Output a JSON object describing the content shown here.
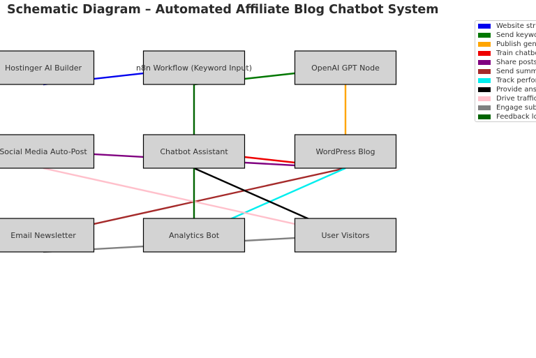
{
  "title": "Schematic Diagram – Automated Affiliate Blog Chatbot System",
  "nodes": [
    {
      "id": "hostinger",
      "label": "Hostinger AI Builder"
    },
    {
      "id": "n8n",
      "label": "n8n Workflow (Keyword Input)"
    },
    {
      "id": "openai",
      "label": "OpenAI GPT Node"
    },
    {
      "id": "social",
      "label": "Social Media Auto-Post"
    },
    {
      "id": "chatbot",
      "label": "Chatbot Assistant"
    },
    {
      "id": "wordpress",
      "label": "WordPress Blog"
    },
    {
      "id": "email",
      "label": "Email Newsletter"
    },
    {
      "id": "analytics",
      "label": "Analytics Bot"
    },
    {
      "id": "visitors",
      "label": "User Visitors"
    }
  ],
  "edges": [
    {
      "from": "hostinger",
      "to": "n8n",
      "label": "Website structure",
      "color": "#0000ee"
    },
    {
      "from": "n8n",
      "to": "openai",
      "label": "Send keywords",
      "color": "#007700"
    },
    {
      "from": "openai",
      "to": "wordpress",
      "label": "Publish generated posts",
      "color": "#ffa500"
    },
    {
      "from": "wordpress",
      "to": "chatbot",
      "label": "Train chatbot",
      "color": "#ee0000"
    },
    {
      "from": "wordpress",
      "to": "social",
      "label": "Share posts",
      "color": "#800080"
    },
    {
      "from": "wordpress",
      "to": "email",
      "label": "Send summaries",
      "color": "#a52a2a"
    },
    {
      "from": "wordpress",
      "to": "analytics",
      "label": "Track performance",
      "color": "#00eeee"
    },
    {
      "from": "chatbot",
      "to": "visitors",
      "label": "Provide answers",
      "color": "#000000"
    },
    {
      "from": "social",
      "to": "visitors",
      "label": "Drive traffic",
      "color": "#ffc0cb"
    },
    {
      "from": "email",
      "to": "visitors",
      "label": "Engage subscribers",
      "color": "#808080"
    },
    {
      "from": "analytics",
      "to": "n8n",
      "label": "Feedback loop",
      "color": "#006400"
    }
  ]
}
